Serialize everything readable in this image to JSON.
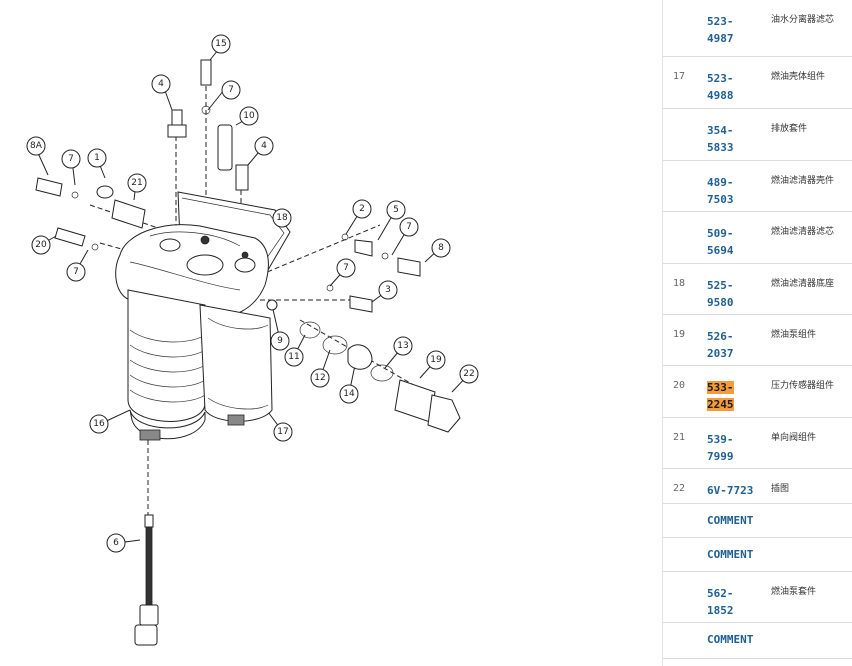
{
  "diagram": {
    "callouts": [
      "15",
      "7",
      "4",
      "10",
      "4",
      "8A",
      "7",
      "1",
      "21",
      "18",
      "2",
      "5",
      "7",
      "8",
      "20",
      "7",
      "7",
      "3",
      "9",
      "11",
      "12",
      "14",
      "13",
      "19",
      "22",
      "16",
      "17",
      "6"
    ]
  },
  "parts_list": {
    "rows": [
      {
        "index": "",
        "part": "523-4987",
        "description": "油水分离器滤芯",
        "highlight": false
      },
      {
        "index": "17",
        "part": "523-4988",
        "description": "燃油壳体组件",
        "highlight": false
      },
      {
        "index": "",
        "part": "354-5833",
        "description": "排放套件",
        "highlight": false
      },
      {
        "index": "",
        "part": "489-7503",
        "description": "燃油滤清器壳件",
        "highlight": false
      },
      {
        "index": "",
        "part": "509-5694",
        "description": "燃油滤清器滤芯",
        "highlight": false
      },
      {
        "index": "18",
        "part": "525-9580",
        "description": "燃油滤清器底座",
        "highlight": false
      },
      {
        "index": "19",
        "part": "526-2037",
        "description": "燃油泵组件",
        "highlight": false
      },
      {
        "index": "20",
        "part": "533-2245",
        "description": "压力传感器组件",
        "highlight": true
      },
      {
        "index": "21",
        "part": "539-7999",
        "description": "单向阀组件",
        "highlight": false
      },
      {
        "index": "22",
        "part": "6V-7723",
        "description": "插图",
        "highlight": false
      },
      {
        "comment": "COMMENT"
      },
      {
        "comment": "COMMENT"
      },
      {
        "index": "",
        "part": "562-1852",
        "description": "燃油泵套件",
        "highlight": false
      },
      {
        "comment": "COMMENT"
      }
    ]
  }
}
